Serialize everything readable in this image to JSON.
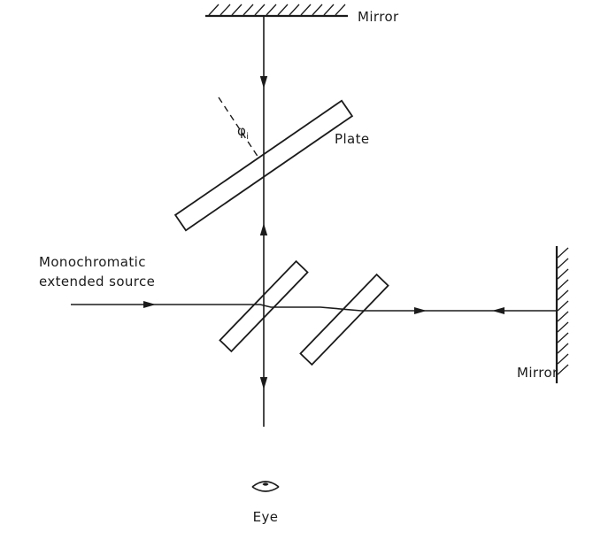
{
  "figure": {
    "background_color": "#ffffff",
    "ink_color": "#1b1b1b",
    "labels": {
      "mirror_top": "Mirror",
      "mirror_right": "Mirror",
      "plate": "Plate",
      "angle_symbol": "φ",
      "angle_subscript": "i",
      "source_line1": "Monochromatic",
      "source_line2": "extended source",
      "eye": "Eye"
    }
  }
}
